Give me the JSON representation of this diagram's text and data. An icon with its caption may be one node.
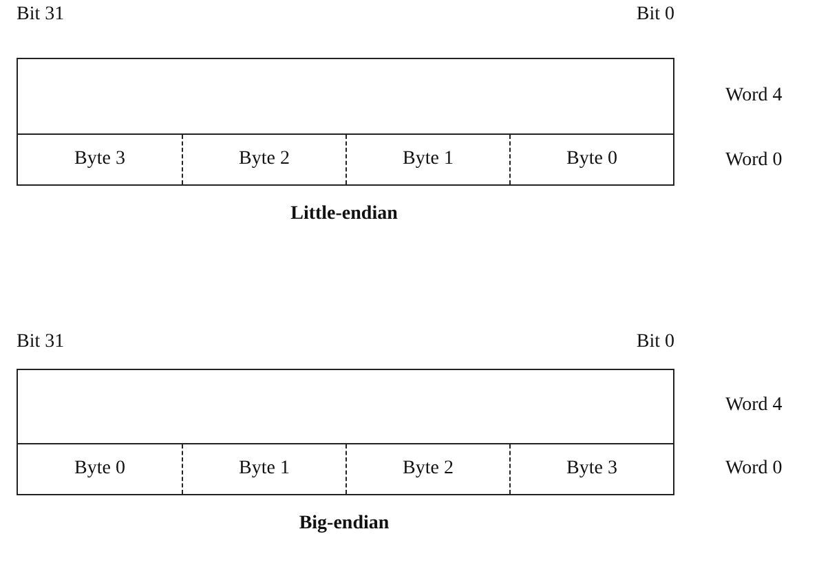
{
  "diagram": {
    "nodes": [
      {
        "text": [],
        "shape": "box"
      },
      {
        "text": [],
        "shape": "box"
      },
      {
        "text": [
          "Byte 3"
        ],
        "in": 1
      },
      {
        "text": [
          "Byte 2"
        ],
        "in": 1
      },
      {
        "text": [
          "Byte 1"
        ],
        "in": 1
      },
      {
        "text": [
          "Byte 0"
        ],
        "in": 1
      },
      {
        "text": [],
        "shape": "box"
      },
      {
        "text": [],
        "shape": "box"
      },
      {
        "text": [
          "Byte 0"
        ],
        "in": 7
      },
      {
        "text": [
          "Byte 1"
        ],
        "in": 7
      },
      {
        "text": [
          "Byte 2"
        ],
        "in": 7
      },
      {
        "text": [
          "Byte 3"
        ],
        "in": 7
      }
    ],
    "labels": [
      "Bit 31",
      "Bit 0",
      "Word 4",
      "Word 0",
      "Little-endian",
      "Bit 31",
      "Bit 0",
      "Word 4",
      "Word 0",
      "Big-endian"
    ]
  }
}
